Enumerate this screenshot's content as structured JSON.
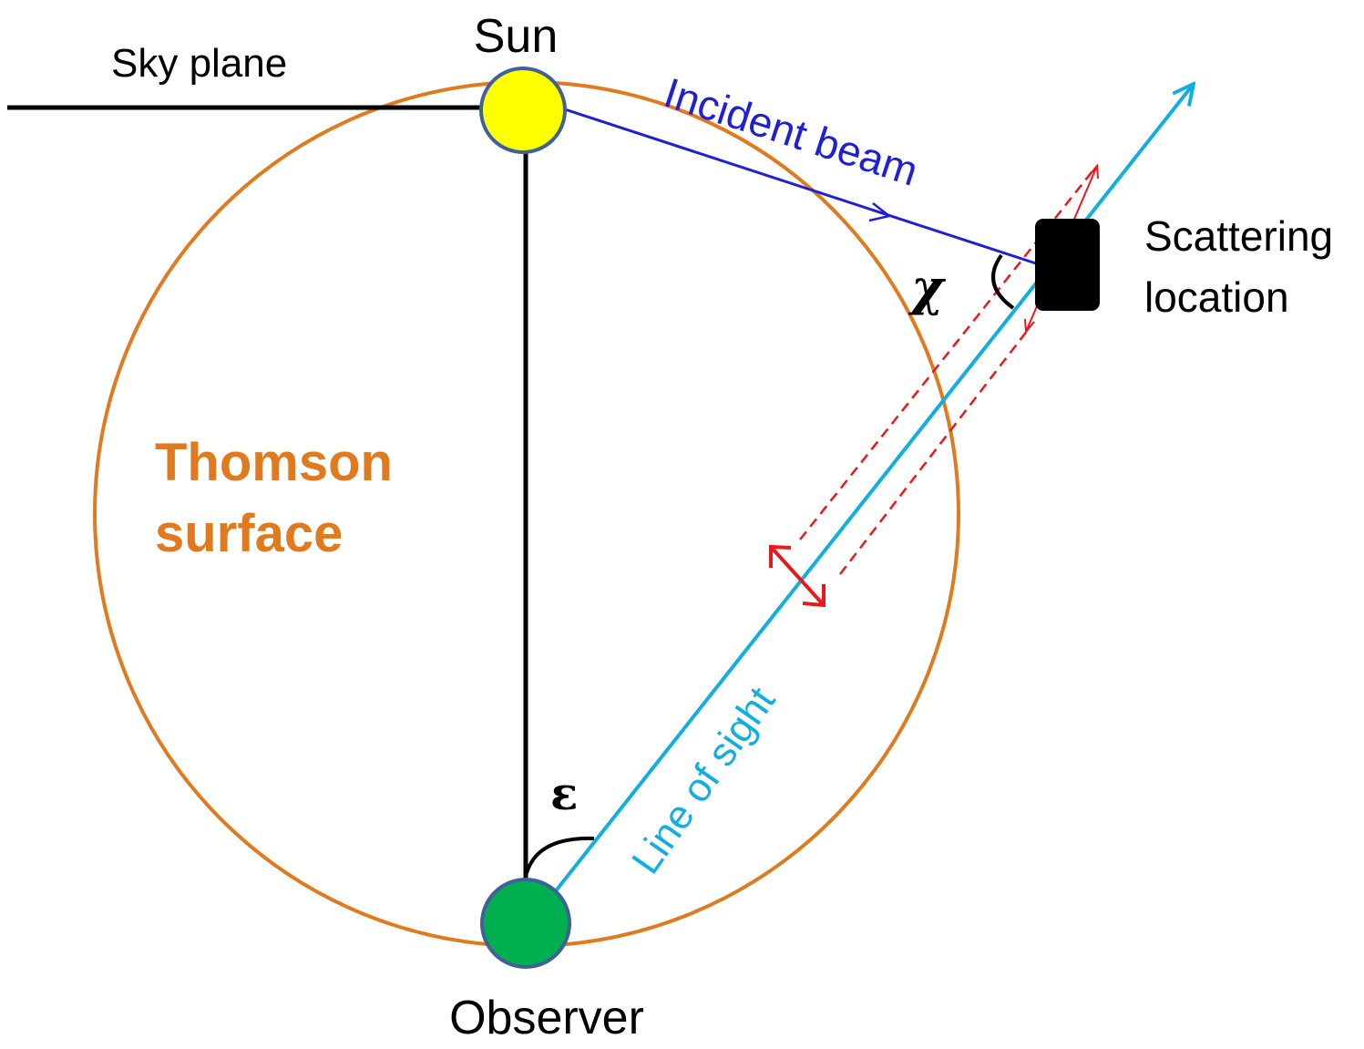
{
  "labels": {
    "sun": "Sun",
    "observer": "Observer",
    "sky_plane": "Sky plane",
    "incident_beam": "Incident beam",
    "scattering_location_line1": "Scattering",
    "scattering_location_line2": "location",
    "thomson_line1": "Thomson",
    "thomson_line2": "surface",
    "line_of_sight": "Line of sight",
    "angle_chi": "χ",
    "angle_epsilon": "ε"
  },
  "colors": {
    "thomson_surface": "#E07A1F",
    "sun_fill": "#FFFF00",
    "observer_fill": "#00B050",
    "node_stroke": "#41609A",
    "incident_beam": "#1F1FD6",
    "line_of_sight": "#12AEE0",
    "polarization": "#E8191A",
    "black": "#000000"
  }
}
